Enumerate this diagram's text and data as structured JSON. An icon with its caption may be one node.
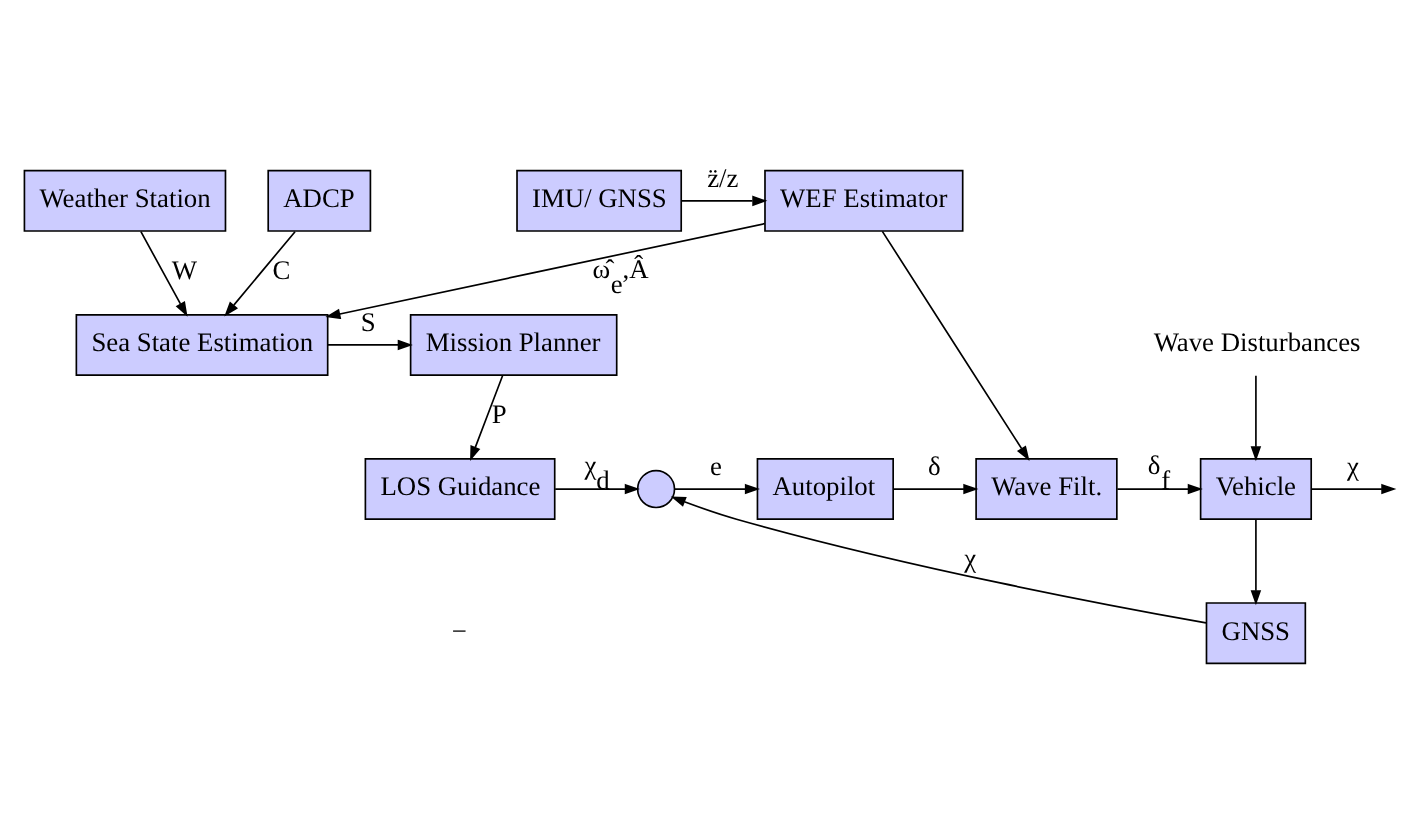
{
  "diagram": {
    "nodes": [
      {
        "text": [
          "Weather Station"
        ]
      },
      {
        "text": [
          "ADCP"
        ]
      },
      {
        "text": [
          "WEF Estimator"
        ]
      },
      {
        "text": [
          "IMU/ GNSS"
        ]
      },
      {
        "text": [
          "Mission Planner"
        ]
      },
      {
        "text": [
          "Sea State Estimation"
        ]
      },
      {
        "text": [
          "LOS Guidance"
        ]
      },
      {
        "text": [],
        "shape": "circle"
      },
      {
        "text": [
          "Autopilot"
        ]
      },
      {
        "text": [
          "Wave Filt."
        ]
      },
      {
        "text": [
          "Vehicle"
        ]
      },
      {
        "text": [
          "GNSS"
        ]
      },
      {
        "text": [
          "Wave Disturbances"
        ]
      }
    ],
    "edges": [
      {
        "from": 0,
        "to": 5,
        "arrow": "to",
        "label": "W"
      },
      {
        "from": 1,
        "to": 5,
        "arrow": "to",
        "label": "C"
      },
      {
        "from": 3,
        "to": 2,
        "arrow": "to",
        "label": "z̈/z"
      },
      {
        "from": 2,
        "to": 5,
        "arrow": "to",
        "label": "ω̂$_{e}$,Â"
      },
      {
        "from": 2,
        "to": 9,
        "arrow": "to"
      },
      {
        "from": 5,
        "to": 4,
        "arrow": "to",
        "label": "S"
      },
      {
        "from": 4,
        "to": 6,
        "arrow": "to",
        "label": "P"
      },
      {
        "from": 6,
        "to": 7,
        "arrow": "to",
        "label": "χ$_{d}$"
      },
      {
        "from": 7,
        "to": 8,
        "arrow": "to",
        "label": "e"
      },
      {
        "from": 8,
        "to": 9,
        "arrow": "to",
        "label": "δ"
      },
      {
        "from": 9,
        "to": 10,
        "arrow": "to",
        "label": "δ$_{f}$"
      },
      {
        "from": 12,
        "to": 10,
        "arrow": "to"
      },
      {
        "from": 10,
        "to": null,
        "arrow": "to",
        "label": "χ"
      },
      {
        "from": 10,
        "to": 11,
        "arrow": "to"
      },
      {
        "from": 11,
        "to": 7,
        "arrow": "to",
        "label": "χ"
      }
    ],
    "labels": [
      "−"
    ]
  }
}
